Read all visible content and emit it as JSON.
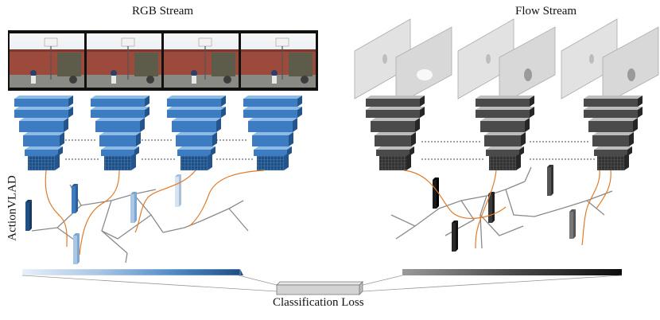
{
  "titles": {
    "rgb_stream": "RGB Stream",
    "flow_stream": "Flow Stream",
    "aggregation": "ActionVLAD",
    "loss": "Classification Loss"
  },
  "colors": {
    "rgb_blue": "#3d7cc0",
    "rgb_blue_dark": "#2b5e97",
    "flow_gray": "#4a4a4a",
    "flow_gray_dark": "#2c2c2c",
    "connector_orange": "#e07b2a",
    "graph_line": "#8a8a8a"
  },
  "counts": {
    "rgb_frames": 4,
    "flow_frame_pairs": 3
  }
}
